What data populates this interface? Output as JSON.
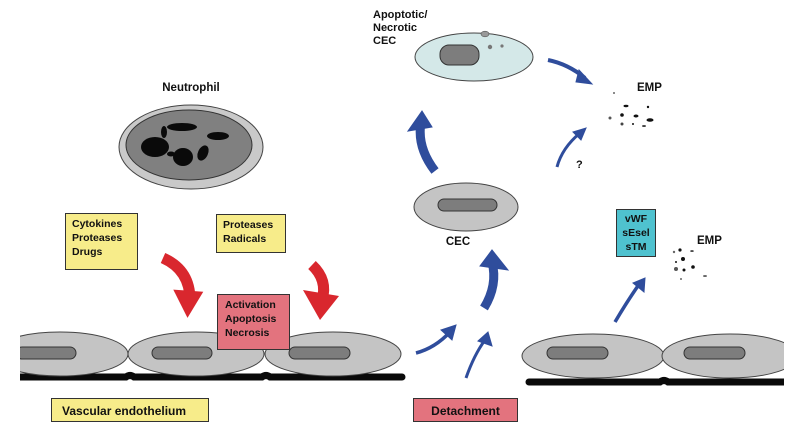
{
  "labels": {
    "neutrophil": "Neutrophil",
    "apoptotic_cec": [
      "Apoptotic/",
      "Necrotic",
      "CEC"
    ],
    "cec": "CEC",
    "emp_top": "EMP",
    "emp_right": "EMP",
    "question": "?"
  },
  "boxes": {
    "stimuli_left": [
      "Cytokines",
      "Proteases",
      "Drugs"
    ],
    "stimuli_right": [
      "Proteases",
      "Radicals"
    ],
    "outcome": [
      "Activation",
      "Apoptosis",
      "Necrosis"
    ],
    "markers": [
      "vWF",
      "sEsel",
      "sTM"
    ],
    "vascular": "Vascular endothelium",
    "detachment": "Detachment"
  },
  "colors": {
    "yellow_box": "#f7ec8a",
    "pink_box": "#e3737e",
    "cyan_box": "#4fc2cf",
    "red_arrow": "#d9272e",
    "blue_arrow": "#2f4d9c",
    "cell_gray": "#c4c4c4",
    "nucleus_gray": "#7d7d7d",
    "apoptotic_cell": "#d4e8e8"
  }
}
